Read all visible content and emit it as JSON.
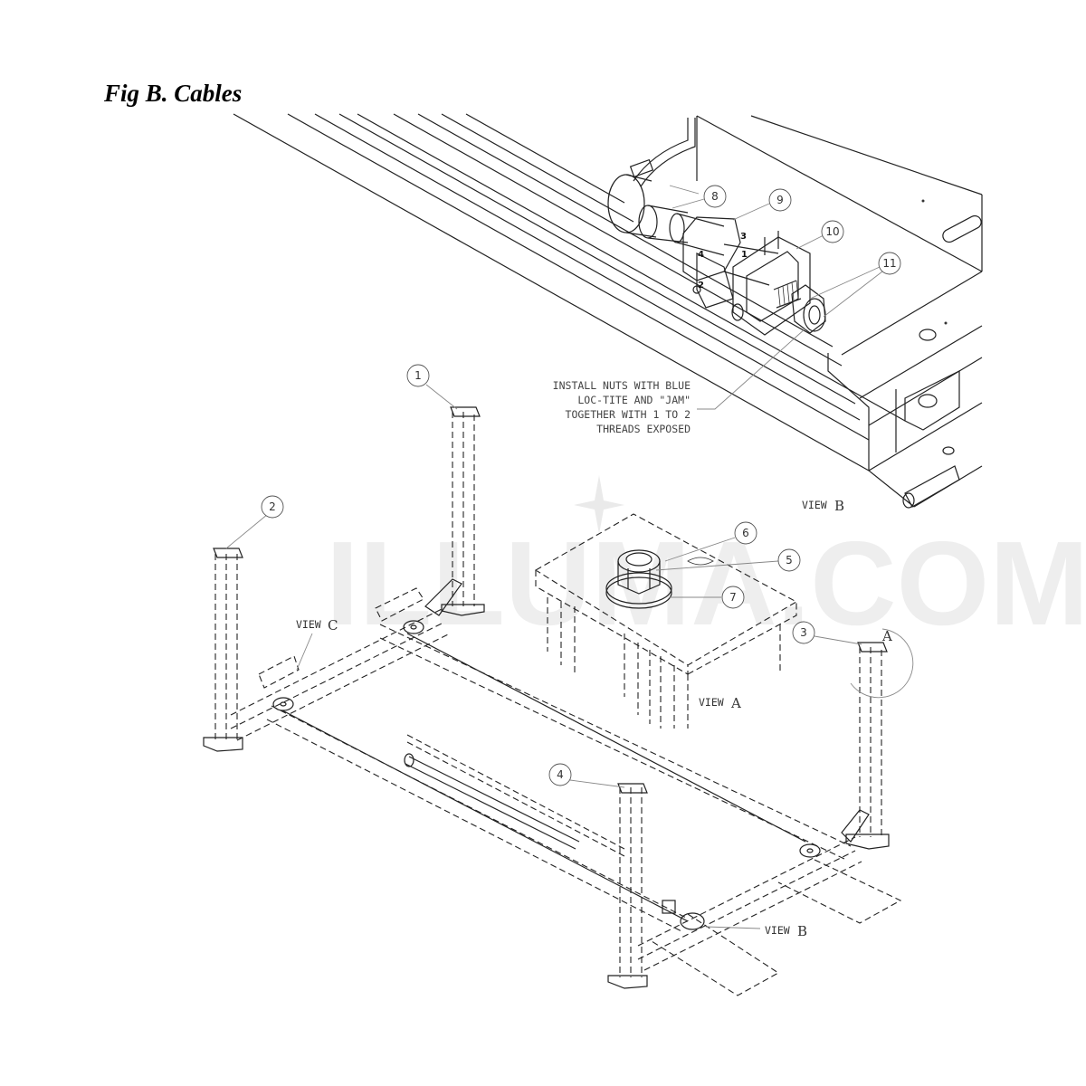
{
  "figure": {
    "title": "Fig B.  Cables"
  },
  "watermark": {
    "text": "ILLUMA.COM",
    "color": "#d9d9d9"
  },
  "callouts": {
    "c1": "1",
    "c2": "2",
    "c3": "3",
    "c4": "4",
    "c5": "5",
    "c6": "6",
    "c7": "7",
    "c8": "8",
    "c9": "9",
    "c10": "10",
    "c11": "11"
  },
  "part_marks": {
    "m1": "1",
    "m2": "2",
    "m3": "3",
    "m4": "4"
  },
  "views": {
    "view_a_prefix": "VIEW",
    "view_a_letter": "A",
    "view_b_prefix": "VIEW",
    "view_b_letter": "B",
    "view_c_prefix": "VIEW",
    "view_c_letter": "C",
    "view_b_lower_prefix": "VIEW",
    "view_b_lower_letter": "B",
    "detail_a_letter": "A"
  },
  "note": {
    "line1": "INSTALL NUTS WITH BLUE",
    "line2": "LOC-TITE AND \"JAM\"",
    "line3": "TOGETHER WITH 1 TO 2",
    "line4": "THREADS EXPOSED"
  }
}
